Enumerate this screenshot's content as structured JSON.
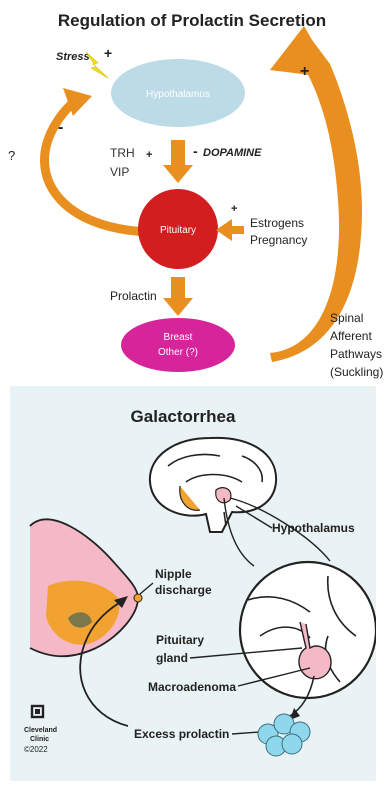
{
  "top": {
    "title": "Regulation of Prolactin Secretion",
    "stress": "Stress",
    "plus": "+",
    "minus": "-",
    "question": "?",
    "hypothalamus": "Hypothalamus",
    "trh": "TRH",
    "vip": "VIP",
    "dopamine": "DOPAMINE",
    "pituitary": "Pituitary",
    "estrogens": "Estrogens",
    "pregnancy": "Pregnancy",
    "prolactin": "Prolactin",
    "breast": "Breast",
    "other": "Other (?)",
    "spinal": "Spinal",
    "afferent": "Afferent",
    "pathways": "Pathways",
    "suckling": "(Suckling)"
  },
  "bottom": {
    "title": "Galactorrhea",
    "hypothalamus": "Hypothalamus",
    "nipple": "Nipple",
    "discharge": "discharge",
    "pituitary": "Pituitary",
    "gland": "gland",
    "macroadenoma": "Macroadenoma",
    "excess_prolactin": "Excess prolactin",
    "logo_line1": "Cleveland",
    "logo_line2": "Clinic",
    "logo_line3": "©2022"
  },
  "colors": {
    "orange": "#e88f1f",
    "hypothalamus_fill": "#bcdbe6",
    "pituitary_fill": "#d21e1e",
    "breast_fill": "#d6249a",
    "breast_skin": "#f4b8c7",
    "tissue_orange": "#f1a230",
    "panel_bg": "#e9f2f4",
    "prolactin_blue": "#8fd7ec"
  }
}
